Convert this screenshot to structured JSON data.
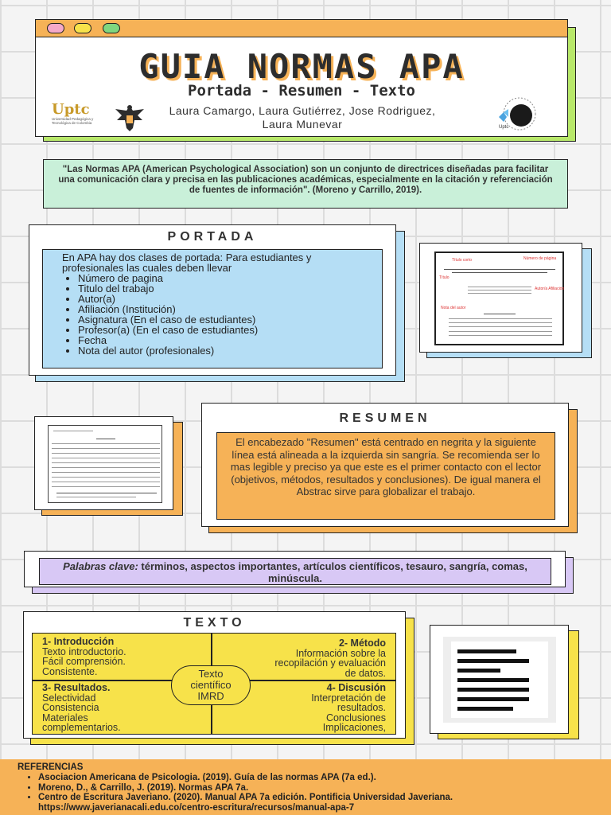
{
  "header": {
    "title": "GUIA NORMAS APA",
    "subtitle": "Portada - Resumen - Texto",
    "authors": "Laura Camargo, Laura Gutiérrez, Jose Rodriguez, Laura Munevar",
    "logo_left_text": "Uptc",
    "logo_left_subtext": "Universidad Pedagógica y Tecnológica de Colombia",
    "logo_right_text": "Uptc"
  },
  "quote": "\"Las Normas APA (American Psychological Association) son un conjunto de directrices diseñadas para facilitar una comunicación clara y precisa en las publicaciones académicas, especialmente en la citación y referenciación de fuentes de información\". (Moreno y Carrillo, 2019).",
  "portada": {
    "title": "PORTADA",
    "intro": "En APA hay dos clases de portada: Para estudiantes y profesionales  las cuales deben llevar",
    "items": [
      "Número de pagina",
      "Titulo del trabajo",
      "Autor(a)",
      "Afiliación (Institución)",
      "Asignatura (En el caso de estudiantes)",
      "Profesor(a) (En el caso de estudiantes)",
      "Fecha",
      "Nota del autor (profesionales)"
    ],
    "thumb_labels": [
      "Título corto",
      "Número de página",
      "Título",
      "Autor/a Afiliación",
      "Nota del autor"
    ]
  },
  "resumen": {
    "title": "RESUMEN",
    "body": "El encabezado \"Resumen\" está centrado en negrita y la siguiente línea está alineada a la izquierda sin sangría. Se recomienda ser lo mas legible y preciso ya que este es el primer contacto con el lector (objetivos, métodos, resultados y conclusiones). De igual manera el Abstrac sirve para globalizar el trabajo."
  },
  "palabras": {
    "label": "Palabras clave:",
    "text": " términos, aspectos importantes, artículos científicos, tesauro, sangría, comas, minúscula."
  },
  "texto": {
    "title": "TEXTO",
    "center": [
      "Texto",
      "científico",
      "IMRD"
    ],
    "q1": {
      "title": "1- Introducción",
      "lines": [
        "Texto introductorio.",
        "Fácil comprensión.",
        "Consistente."
      ]
    },
    "q2": {
      "title": "2- Método",
      "lines": [
        "Información sobre la",
        "recopilación y evaluación",
        "de datos."
      ]
    },
    "q3": {
      "title": "3- Resultados.",
      "lines": [
        "Selectividad",
        "Consistencia",
        "Materiales",
        "complementarios."
      ]
    },
    "q4": {
      "title": "4- Discusión",
      "lines": [
        "Interpretación de",
        "resultados.",
        "Conclusiones",
        "Implicaciones,"
      ]
    }
  },
  "referencias": {
    "title": "REFERENCIAS",
    "items": [
      "Asociacion Americana de Psicologia. (2019). Guía de las normas APA (7a ed.).",
      "Moreno, D., & Carrillo, J. (2019). Normas APA 7a.",
      "Centro de Escritura Javeriano. (2020). Manual APA 7a edición. Pontificia Universidad Javeriana. https://www.javerianacali.edu.co/centro-escritura/recursos/manual-apa-7"
    ]
  },
  "colors": {
    "orange": "#f6b257",
    "green": "#b8e86a",
    "mint": "#c9f0d9",
    "blue": "#b5def5",
    "purple": "#d8c8f5",
    "yellow": "#f7e24a"
  }
}
